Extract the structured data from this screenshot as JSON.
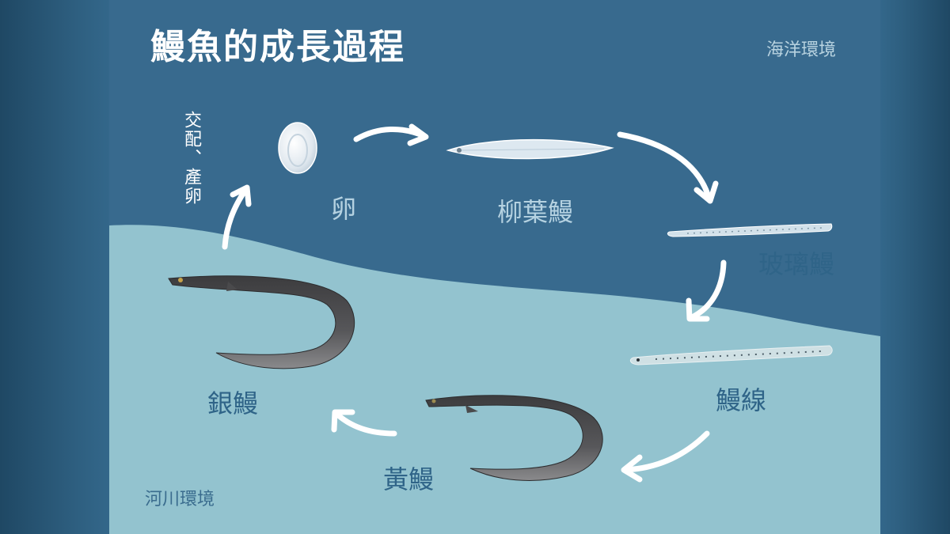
{
  "title": "鰻魚的成長過程",
  "environments": {
    "ocean": "海洋環境",
    "river": "河川環境"
  },
  "mating_note": "交配、產卵",
  "stages": {
    "egg": "卵",
    "leptocephalus": "柳葉鰻",
    "glass_eel": "玻璃鰻",
    "elver": "鰻線",
    "yellow_eel": "黃鰻",
    "silver_eel": "銀鰻"
  },
  "colors": {
    "ocean": "#386a8e",
    "river": "#93c3cf",
    "arrow": "#ffffff"
  }
}
